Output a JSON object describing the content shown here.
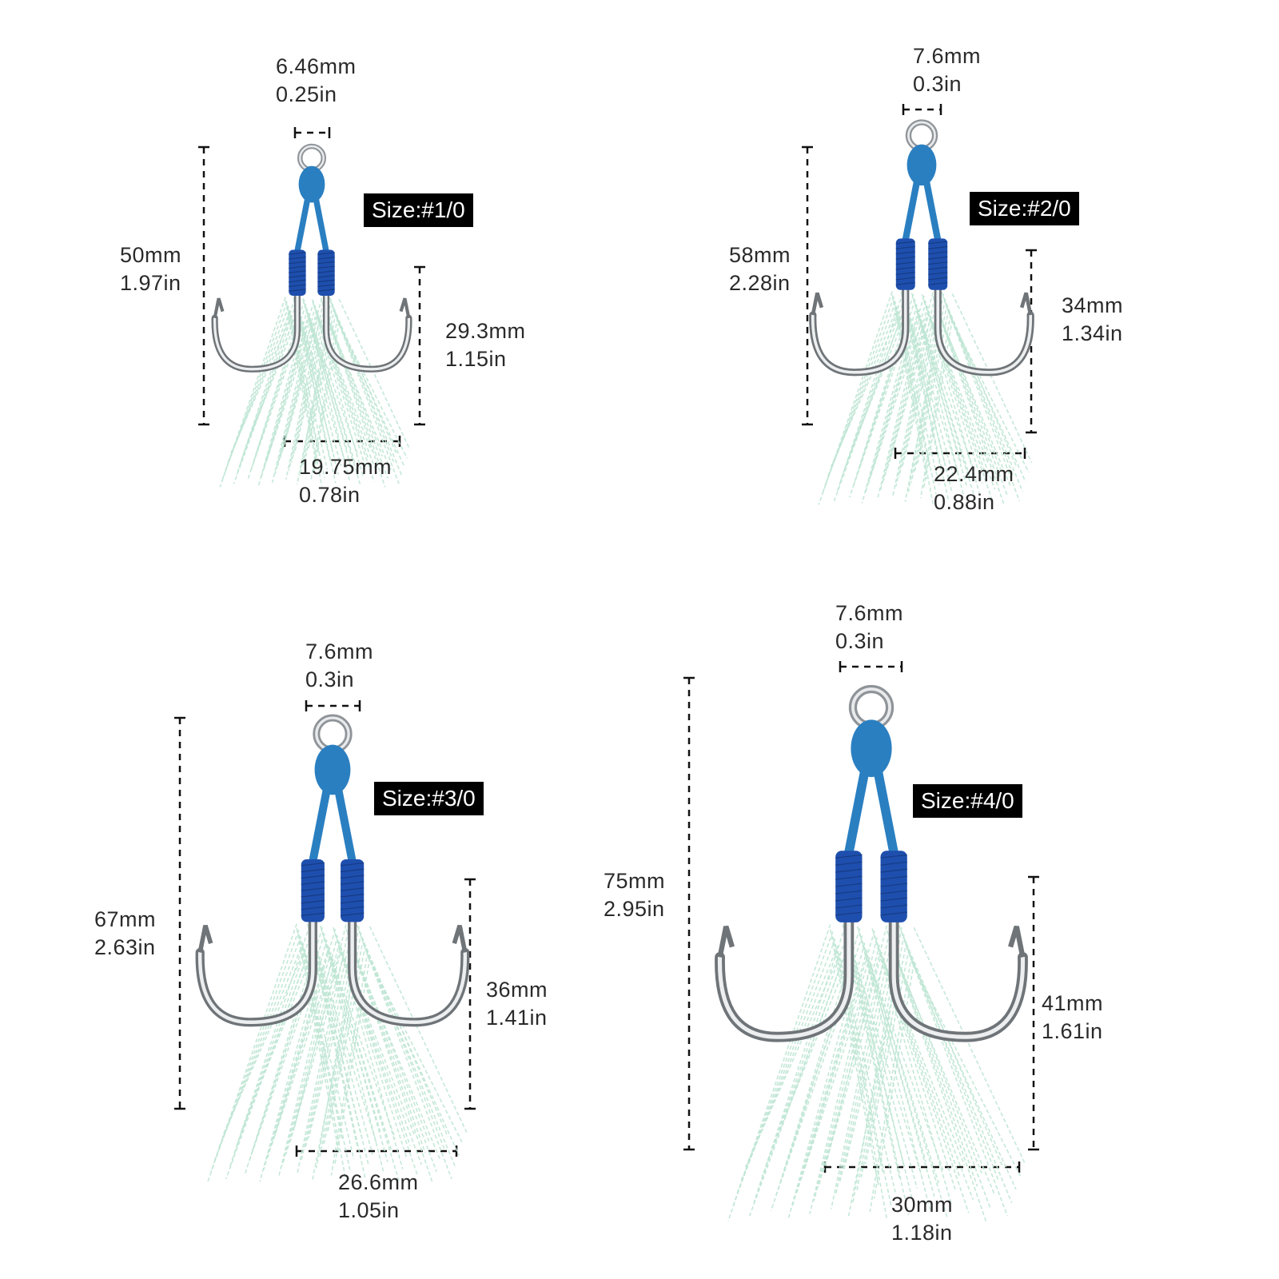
{
  "colors": {
    "cord": "#2a7fc1",
    "wrap": "#1e4fae",
    "steel": "#b8bcc0",
    "flash": "#bfe6d4",
    "badge_bg": "#000000",
    "badge_text": "#ffffff"
  },
  "panels": [
    {
      "size": "Size:#1/0",
      "eye": {
        "mm": "6.46mm",
        "in": "0.25in"
      },
      "length": {
        "mm": "50mm",
        "in": "1.97in"
      },
      "hook": {
        "mm": "29.3mm",
        "in": "1.15in"
      },
      "gap": {
        "mm": "19.75mm",
        "in": "0.78in"
      }
    },
    {
      "size": "Size:#2/0",
      "eye": {
        "mm": "7.6mm",
        "in": "0.3in"
      },
      "length": {
        "mm": "58mm",
        "in": "2.28in"
      },
      "hook": {
        "mm": "34mm",
        "in": "1.34in"
      },
      "gap": {
        "mm": "22.4mm",
        "in": "0.88in"
      }
    },
    {
      "size": "Size:#3/0",
      "eye": {
        "mm": "7.6mm",
        "in": "0.3in"
      },
      "length": {
        "mm": "67mm",
        "in": "2.63in"
      },
      "hook": {
        "mm": "36mm",
        "in": "1.41in"
      },
      "gap": {
        "mm": "26.6mm",
        "in": "1.05in"
      }
    },
    {
      "size": "Size:#4/0",
      "eye": {
        "mm": "7.6mm",
        "in": "0.3in"
      },
      "length": {
        "mm": "75mm",
        "in": "2.95in"
      },
      "hook": {
        "mm": "41mm",
        "in": "1.61in"
      },
      "gap": {
        "mm": "30mm",
        "in": "1.18in"
      }
    }
  ]
}
